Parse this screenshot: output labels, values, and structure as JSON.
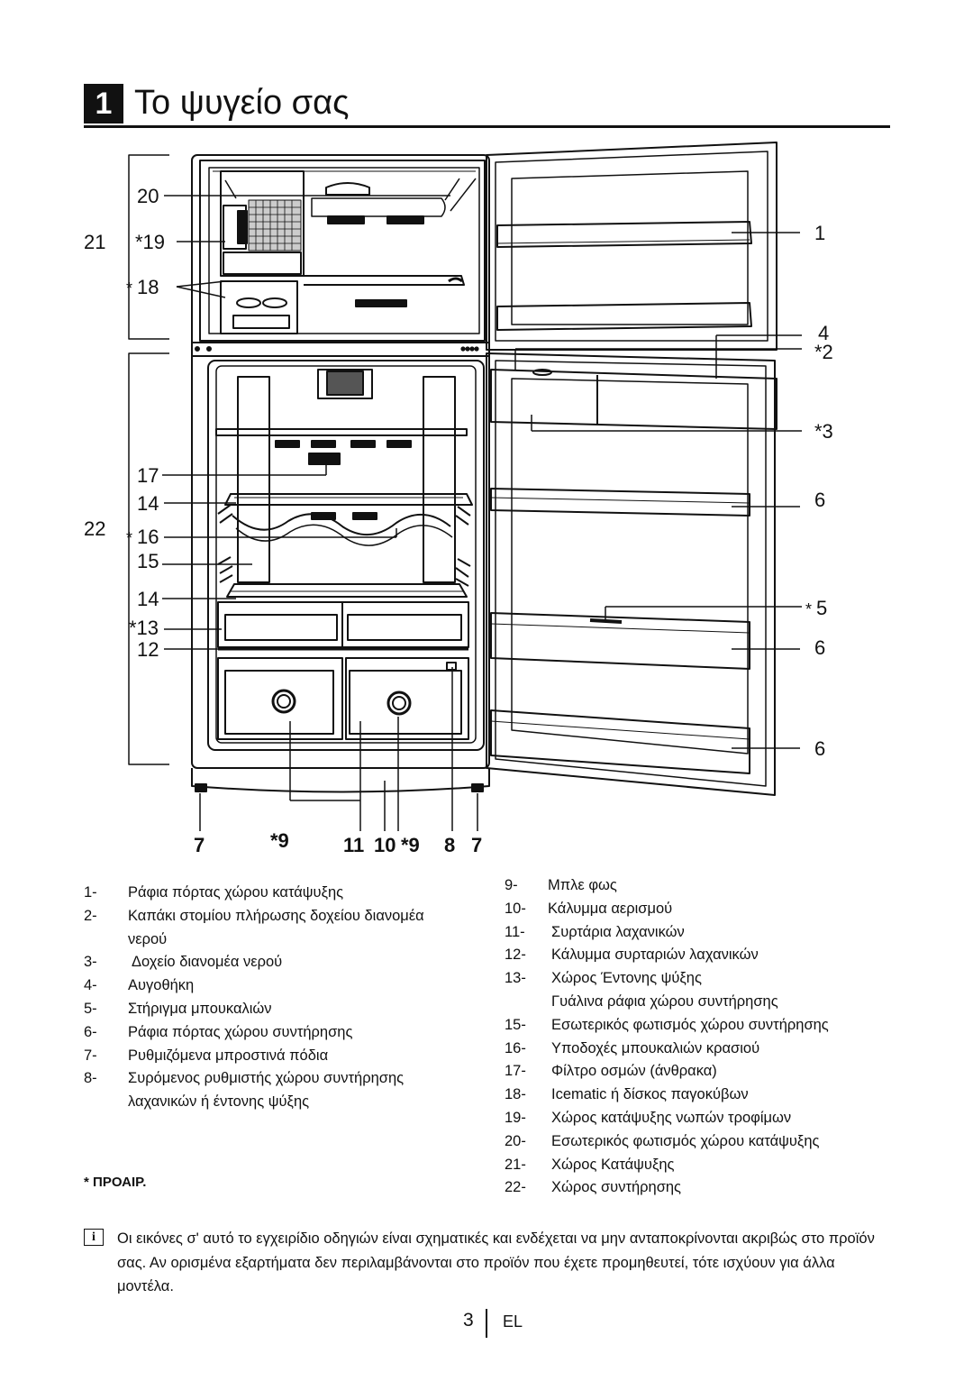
{
  "header": {
    "number": "1",
    "title": "Το ψυγείο σας"
  },
  "callouts": {
    "c20": "20",
    "c21": "21",
    "c19": "*19",
    "c18": "18",
    "c17": "17",
    "c14a": "14",
    "c22": "22",
    "c16": "16",
    "c15": "15",
    "c14b": "14",
    "c13": "*13",
    "c12": "12",
    "c1": "1",
    "c4": "4",
    "c2": "*2",
    "c3": "*3",
    "c6a": "6",
    "c5": "5",
    "c6b": "6",
    "c6c": "6",
    "b7a": "7",
    "b9a": "*9",
    "b11": "11",
    "b10": "10",
    "b9b": "*9",
    "b8": "8",
    "b7b": "7"
  },
  "legend_left": [
    {
      "n": "1-",
      "t": "Ράφια πόρτας χώρου κατάψυξης"
    },
    {
      "n": "2-",
      "t": "Καπάκι στομίου πλήρωσης δοχείου διανομέα"
    },
    {
      "n": "",
      "t": "νερού"
    },
    {
      "n": "3-",
      "t": "Δοχείο διανομέα νερού"
    },
    {
      "n": "4-",
      "t": "Αυγοθήκη"
    },
    {
      "n": "5-",
      "t": "Στήριγμα μπουκαλιών"
    },
    {
      "n": "6-",
      "t": "Ράφια πόρτας χώρου συντήρησης"
    },
    {
      "n": "7-",
      "t": "Ρυθμιζόμενα μπροστινά πόδια"
    },
    {
      "n": "8-",
      "t": "Συρόμενος ρυθμιστής χώρου συντήρησης"
    },
    {
      "n": "",
      "t": "λαχανικών ή έντονης ψύξης"
    }
  ],
  "legend_right": [
    {
      "n": "9-",
      "t": "Μπλε φως"
    },
    {
      "n": "10-",
      "t": "Κάλυμμα αερισμού"
    },
    {
      "n": "11-",
      "t": "Συρτάρια λαχανικών"
    },
    {
      "n": "12-",
      "t": "Κάλυμμα συρταριών λαχανικών"
    },
    {
      "n": "13-",
      "t": "Χώρος Έντονης ψύξης"
    },
    {
      "n": "",
      "t": "Γυάλινα ράφια χώρου συντήρησης"
    },
    {
      "n": "15-",
      "t": "Εσωτερικός φωτισμός χώρου συντήρησης"
    },
    {
      "n": "16-",
      "t": "Υποδοχές μπουκαλιών κρασιού"
    },
    {
      "n": "17-",
      "t": "Φίλτρο οσμών (άνθρακα)"
    },
    {
      "n": "18-",
      "t": "Icematic ή δίσκος παγοκύβων"
    },
    {
      "n": "19-",
      "t": "Χώρος κατάψυξης νωπών τροφίμων"
    },
    {
      "n": "20-",
      "t": "Εσωτερικός φωτισμός χώρου κατάψυξης"
    },
    {
      "n": "21-",
      "t": "Χώρος Κατάψυξης"
    },
    {
      "n": "22-",
      "t": "Χώρος συντήρησης"
    }
  ],
  "optional_label": "* ΠΡΟΑΙΡ.",
  "info_icon_glyph": "i",
  "note": "Οι εικόνες σ' αυτό το εγχειρίδιο οδηγιών είναι σχηματικές και ενδέχεται να μην ανταποκρίνονται ακριβώς στο προϊόν σας. Αν ορισμένα εξαρτήματα δεν περιλαμβάνονται στο προϊόν που έχετε προμηθευτεί, τότε ισχύουν για άλλα μοντέλα.",
  "footer": {
    "page": "3",
    "lang": "EL"
  }
}
